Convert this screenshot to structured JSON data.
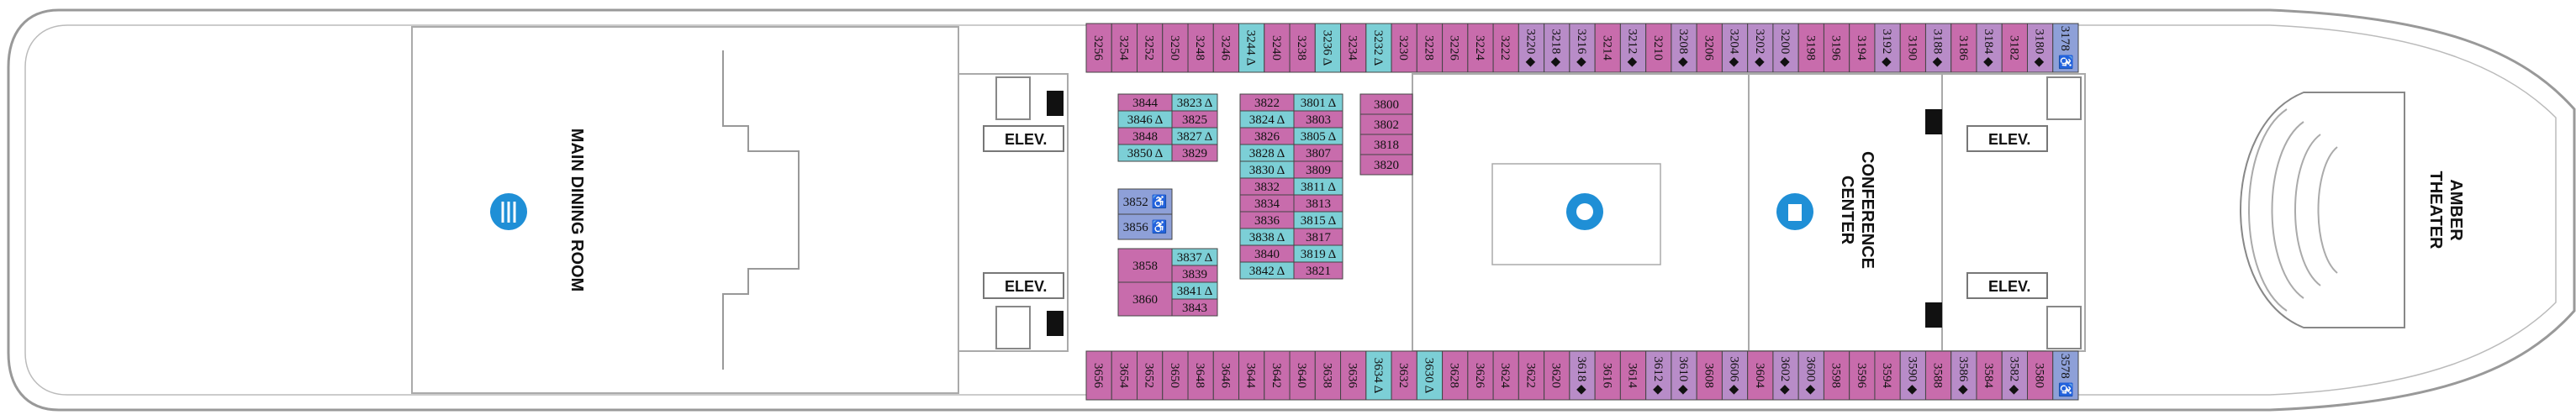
{
  "areas": {
    "dining": "MAIN DINING ROOM",
    "conference_line1": "CONFERENCE",
    "conference_line2": "CENTER",
    "theater_line1": "AMBER",
    "theater_line2": "THEATER",
    "elev_label": "ELEV."
  },
  "colors": {
    "interior": "#c86cac",
    "oceanview": "#7ccfd6",
    "balcony": "#b88cc8",
    "suite": "#8ea0d8",
    "hull": "#999999",
    "icon_blue": "#1f8fd6"
  },
  "icons": {
    "dining": "fork-knife-icon",
    "lounge": "theater-masks-icon",
    "conference": "podium-icon",
    "restroom": "person-icon",
    "accessible": "wheelchair-icon"
  },
  "top_row": [
    "3256",
    "3254",
    "3252",
    "3250",
    "3248",
    "3246",
    "3244 Δ",
    "3240",
    "3238",
    "3236 Δ",
    "3234",
    "3232 Δ",
    "3230",
    "3228",
    "3226",
    "3224",
    "3222",
    "3220 ◆",
    "3218 ◆",
    "3216 ◆",
    "3214",
    "3212 ◆",
    "3210",
    "3208 ◆",
    "3206",
    "3204 ◆",
    "3202 ◆",
    "3200 ◆",
    "3198",
    "3196",
    "3194",
    "3192 ◆",
    "3190",
    "3188 ◆",
    "3186",
    "3184 ◆",
    "3182",
    "3180 ◆",
    "3178 ♿"
  ],
  "bottom_row": [
    "3656",
    "3654",
    "3652",
    "3650",
    "3648",
    "3646",
    "3644",
    "3642",
    "3640",
    "3638",
    "3636",
    "3634 Δ",
    "3632",
    "3630 Δ",
    "3628",
    "3626",
    "3624",
    "3622",
    "3620",
    "3618 ◆",
    "3616",
    "3614",
    "3612 ◆",
    "3610 ◆",
    "3608",
    "3606 ◆",
    "3604",
    "3602 ◆",
    "3600 ◆",
    "3598",
    "3596",
    "3594",
    "3590 ◆",
    "3588",
    "3586 ◆",
    "3584",
    "3582 ◆",
    "3580",
    "3578 ♿"
  ],
  "col1": [
    "3844",
    "3846 Δ",
    "3848",
    "3850 Δ"
  ],
  "col1b": [
    "3823 Δ",
    "3825",
    "3827 Δ",
    "3829"
  ],
  "col1c": [
    "3852 ♿",
    "3856 ♿"
  ],
  "col1d": [
    "3837 Δ",
    "3839",
    "3841 Δ",
    "3843"
  ],
  "col1e": [
    "3858",
    "3860"
  ],
  "col2": [
    "3822",
    "3824 Δ",
    "3826",
    "3828 Δ",
    "3830 Δ",
    "3832",
    "3834",
    "3836",
    "3838 Δ",
    "3840",
    "3842 Δ"
  ],
  "col3": [
    "3801 Δ",
    "3803",
    "3805 Δ",
    "3807",
    "3809",
    "3811 Δ",
    "3813",
    "3815 Δ",
    "3817",
    "3819 Δ",
    "3821"
  ],
  "col4": [
    "3800",
    "3802",
    "3818",
    "3820"
  ]
}
